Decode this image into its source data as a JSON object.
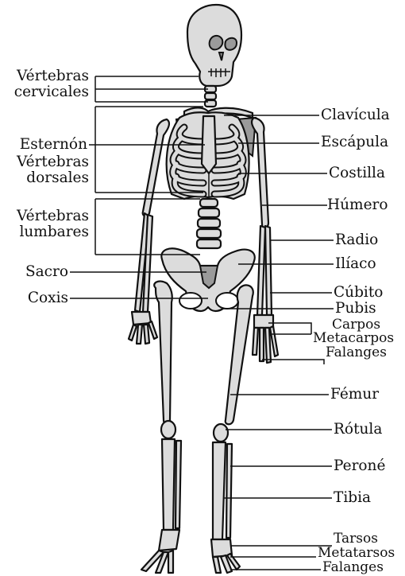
{
  "labels_left": {
    "vertebras_cervicales": [
      "Vértebras",
      "cervicales"
    ],
    "esternon": "Esternón",
    "vertebras_dorsales": [
      "Vértebras",
      "dorsales"
    ],
    "vertebras_lumbares": [
      "Vértebras",
      "lumbares"
    ],
    "sacro": "Sacro",
    "coxis": "Coxis"
  },
  "labels_right": {
    "clavicula": "Clavícula",
    "escapula": "Escápula",
    "costilla": "Costilla",
    "humero": "Húmero",
    "radio": "Radio",
    "iliaco": "Ilíaco",
    "cubito": "Cúbito",
    "pubis": "Pubis",
    "carpos": "Carpos",
    "metacarpos": "Metacarpos",
    "falanges_mano": "Falanges",
    "femur": "Fémur",
    "rotula": "Rótula",
    "perone": "Peroné",
    "tibia": "Tibia",
    "tarsos": "Tarsos",
    "metatarsos": "Metatarsos",
    "falanges_pie": "Falanges"
  }
}
